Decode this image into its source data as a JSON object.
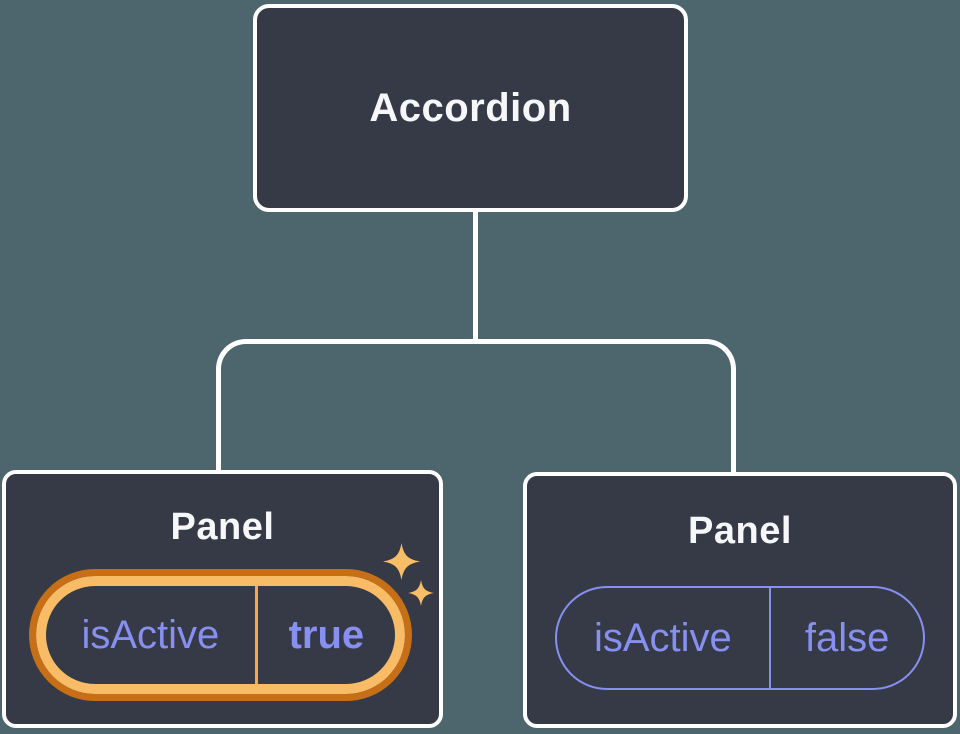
{
  "diagram": {
    "root_node": {
      "label": "Accordion"
    },
    "panels": [
      {
        "title": "Panel",
        "prop_name": "isActive",
        "prop_value": "true",
        "state": "active",
        "highlight": "sparkle-icon"
      },
      {
        "title": "Panel",
        "prop_name": "isActive",
        "prop_value": "false",
        "state": "inactive"
      }
    ],
    "colors": {
      "background": "#4d656c",
      "node_bg": "#353a46",
      "node_border": "#ffffff",
      "connector": "#ffffff",
      "title_text": "#f6f7f9",
      "prop_text": "#8790f0",
      "inactive_pill_border": "#8790f0",
      "active_pill_outer_ring": "#c76f16",
      "active_pill_inner_ring": "#f9bc66",
      "active_pill_divider": "#efab53",
      "sparkle": "#f8bd67"
    }
  }
}
